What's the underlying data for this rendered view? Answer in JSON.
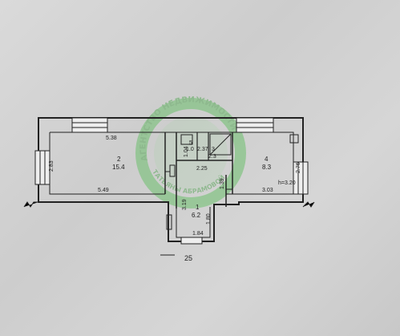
{
  "plan": {
    "rooms": [
      {
        "id": "1",
        "area": "6.2"
      },
      {
        "id": "2",
        "area": "15.4"
      },
      {
        "id": "3",
        "area": "2.3"
      },
      {
        "id": "4",
        "area": "8.3"
      },
      {
        "id": "5",
        "area": "1.0"
      }
    ],
    "dimensions": {
      "room2_top": "5.38",
      "room2_bottom": "5.49",
      "room2_left": "2.83",
      "room4_right": "2.76",
      "room4_bottom": "3.03",
      "height": "h=3.20",
      "corridor_width": "2.25",
      "bath_width": "2.37",
      "bath_left": "1.04",
      "corr_left": "3.19",
      "corr_mid": "1.80",
      "corr_right": "1.39",
      "corr_bottom": "1.84"
    },
    "label_bottom": "25"
  },
  "watermark": {
    "text_top": "АГЕНТСТВО НЕДВИЖИМОСТИ",
    "text_bottom": "ТАТЬЯНЫ АБРАМОВОЙ",
    "color": "#5aa85a"
  }
}
